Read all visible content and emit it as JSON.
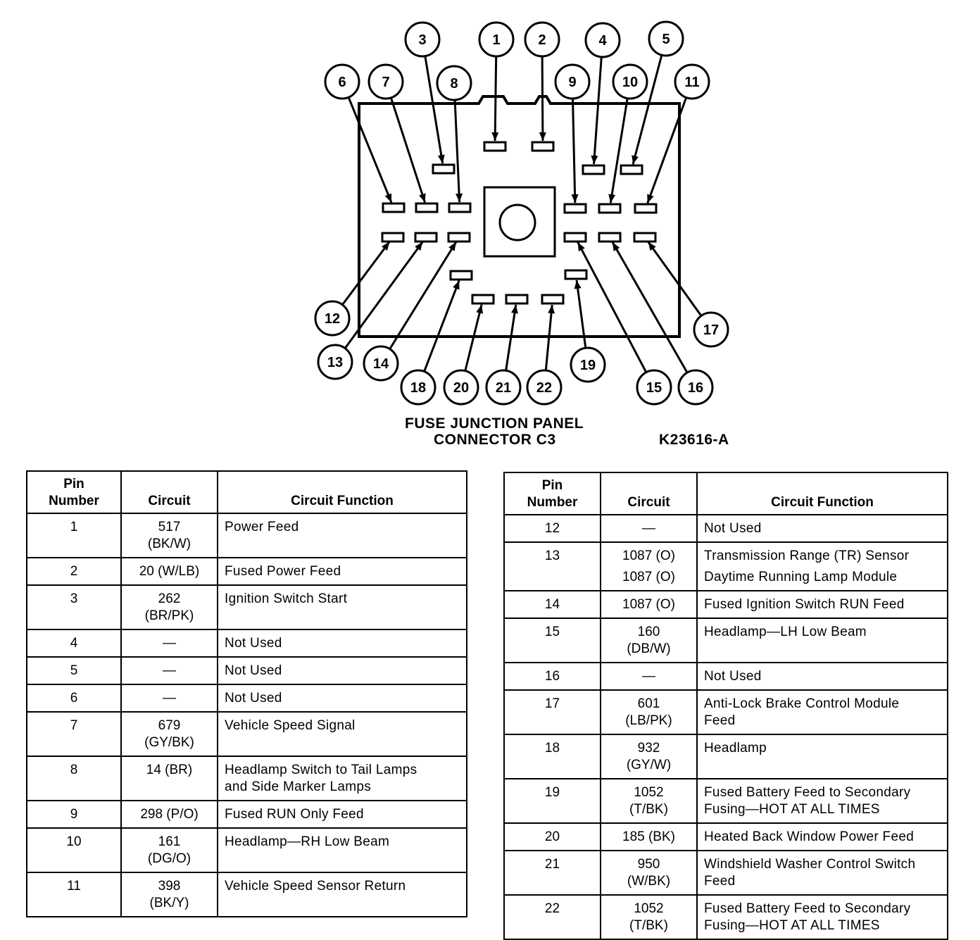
{
  "connector": {
    "title_line1": "FUSE JUNCTION PANEL",
    "title_line2": "CONNECTOR C3",
    "figure_code": "K23616-A",
    "pin_labels": [
      "1",
      "2",
      "3",
      "4",
      "5",
      "6",
      "7",
      "8",
      "9",
      "10",
      "11",
      "12",
      "13",
      "14",
      "15",
      "16",
      "17",
      "18",
      "19",
      "20",
      "21",
      "22"
    ]
  },
  "tables": [
    {
      "headers": {
        "pin_line1": "Pin",
        "pin_line2": "Number",
        "circuit": "Circuit",
        "function": "Circuit Function"
      },
      "rows": [
        {
          "pin": "1",
          "circuit": [
            "517",
            "(BK/W)"
          ],
          "function": [
            "Power Feed"
          ]
        },
        {
          "pin": "2",
          "circuit": [
            "20 (W/LB)"
          ],
          "function": [
            "Fused Power Feed"
          ]
        },
        {
          "pin": "3",
          "circuit": [
            "262",
            "(BR/PK)"
          ],
          "function": [
            "Ignition Switch Start"
          ]
        },
        {
          "pin": "4",
          "circuit": [
            "—"
          ],
          "function": [
            "Not Used"
          ]
        },
        {
          "pin": "5",
          "circuit": [
            "—"
          ],
          "function": [
            "Not Used"
          ]
        },
        {
          "pin": "6",
          "circuit": [
            "—"
          ],
          "function": [
            "Not Used"
          ]
        },
        {
          "pin": "7",
          "circuit": [
            "679",
            "(GY/BK)"
          ],
          "function": [
            "Vehicle Speed Signal"
          ]
        },
        {
          "pin": "8",
          "circuit": [
            "14 (BR)"
          ],
          "function": [
            "Headlamp Switch to Tail Lamps",
            "and Side Marker Lamps"
          ]
        },
        {
          "pin": "9",
          "circuit": [
            "298 (P/O)"
          ],
          "function": [
            "Fused RUN Only Feed"
          ]
        },
        {
          "pin": "10",
          "circuit": [
            "161",
            "(DG/O)"
          ],
          "function": [
            "Headlamp—RH Low Beam"
          ]
        },
        {
          "pin": "11",
          "circuit": [
            "398",
            "(BK/Y)"
          ],
          "function": [
            "Vehicle Speed Sensor Return"
          ]
        }
      ]
    },
    {
      "headers": {
        "pin_line1": "Pin",
        "pin_line2": "Number",
        "circuit": "Circuit",
        "function": "Circuit Function"
      },
      "rows": [
        {
          "pin": "12",
          "circuit": [
            "—"
          ],
          "function": [
            "Not Used"
          ]
        },
        {
          "pin": "13",
          "circuit": [
            "1087 (O)",
            "1087 (O)"
          ],
          "function": [
            "Transmission Range (TR) Sensor",
            "Daytime Running Lamp Module"
          ],
          "spaced": true
        },
        {
          "pin": "14",
          "circuit": [
            "1087 (O)"
          ],
          "function": [
            "Fused Ignition Switch RUN Feed"
          ]
        },
        {
          "pin": "15",
          "circuit": [
            "160",
            "(DB/W)"
          ],
          "function": [
            "Headlamp—LH Low Beam"
          ]
        },
        {
          "pin": "16",
          "circuit": [
            "—"
          ],
          "function": [
            "Not Used"
          ]
        },
        {
          "pin": "17",
          "circuit": [
            "601",
            "(LB/PK)"
          ],
          "function": [
            "Anti-Lock Brake Control Module",
            "Feed"
          ]
        },
        {
          "pin": "18",
          "circuit": [
            "932",
            "(GY/W)"
          ],
          "function": [
            "Headlamp"
          ]
        },
        {
          "pin": "19",
          "circuit": [
            "1052",
            "(T/BK)"
          ],
          "function": [
            "Fused Battery Feed to Secondary",
            "Fusing—HOT AT ALL TIMES"
          ]
        },
        {
          "pin": "20",
          "circuit": [
            "185 (BK)"
          ],
          "function": [
            "Heated Back Window Power Feed"
          ]
        },
        {
          "pin": "21",
          "circuit": [
            "950",
            "(W/BK)"
          ],
          "function": [
            "Windshield Washer Control Switch",
            "Feed"
          ]
        },
        {
          "pin": "22",
          "circuit": [
            "1052",
            "(T/BK)"
          ],
          "function": [
            "Fused Battery Feed to Secondary",
            "Fusing—HOT AT ALL TIMES"
          ]
        }
      ]
    }
  ]
}
